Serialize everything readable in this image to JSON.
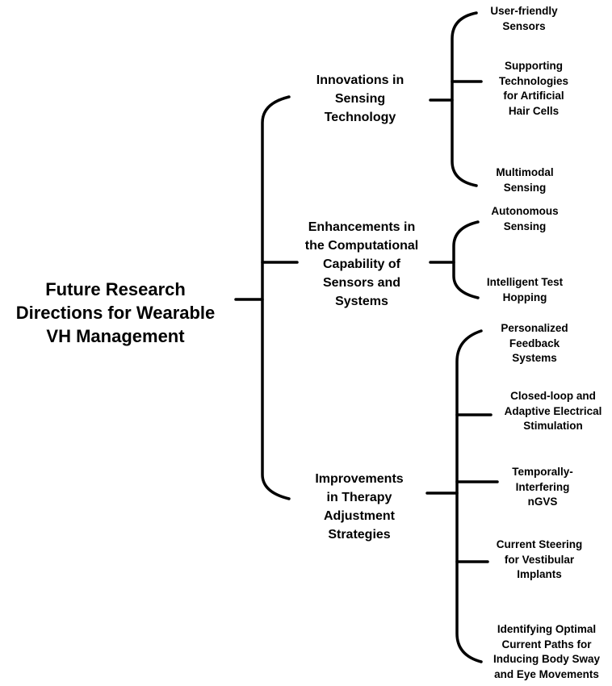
{
  "root": {
    "lines": [
      "Future Research",
      "Directions for Wearable",
      "VH Management"
    ]
  },
  "branches": [
    {
      "lines": [
        "Innovations in",
        "Sensing",
        "Technology"
      ],
      "children": [
        {
          "lines": [
            "User-friendly",
            "Sensors"
          ]
        },
        {
          "lines": [
            "Supporting",
            "Technologies",
            "for Artificial",
            "Hair Cells"
          ]
        },
        {
          "lines": [
            "Multimodal",
            "Sensing"
          ]
        }
      ]
    },
    {
      "lines": [
        "Enhancements in",
        "the Computational",
        "Capability of",
        "Sensors and",
        "Systems"
      ],
      "children": [
        {
          "lines": [
            "Autonomous",
            "Sensing"
          ]
        },
        {
          "lines": [
            "Intelligent Test",
            "Hopping"
          ]
        }
      ]
    },
    {
      "lines": [
        "Improvements",
        "in Therapy",
        "Adjustment",
        "Strategies"
      ],
      "children": [
        {
          "lines": [
            "Personalized",
            "Feedback",
            "Systems"
          ]
        },
        {
          "lines": [
            "Closed-loop and",
            "Adaptive Electrical",
            "Stimulation"
          ]
        },
        {
          "lines": [
            "Temporally-",
            "Interfering",
            "nGVS"
          ]
        },
        {
          "lines": [
            "Current Steering",
            "for Vestibular",
            "Implants"
          ]
        },
        {
          "lines": [
            "Identifying Optimal",
            "Current Paths for",
            "Inducing Body Sway",
            "and Eye Movements"
          ]
        }
      ]
    }
  ]
}
